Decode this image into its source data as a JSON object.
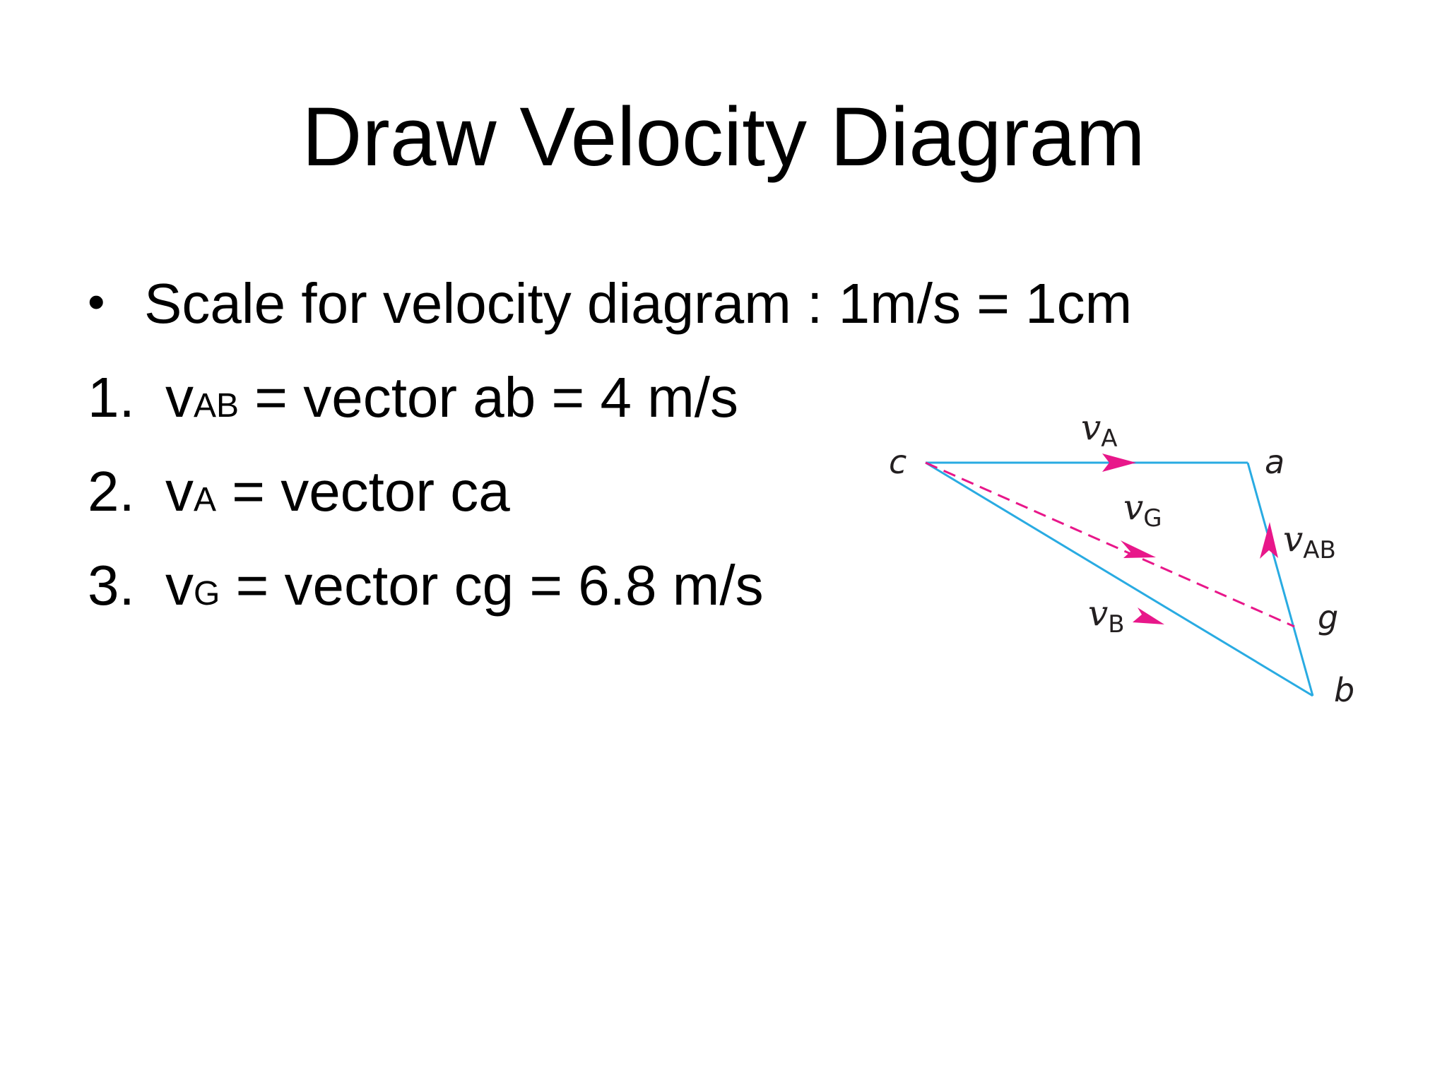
{
  "title": "Draw Velocity Diagram",
  "bullet": {
    "marker": "•",
    "text": "Scale for velocity diagram : 1m/s = 1cm"
  },
  "items": [
    {
      "number": "1.",
      "symbol": "v",
      "subscript": "AB",
      "text": " = vector ab = 4 m/s"
    },
    {
      "number": "2.",
      "symbol": "v",
      "subscript": "A",
      "text": " = vector ca"
    },
    {
      "number": "3.",
      "symbol": "v",
      "subscript": "G",
      "text": " = vector cg = 6.8 m/s"
    }
  ],
  "diagram": {
    "colors": {
      "line": "#29abe2",
      "dashed": "#e8178a",
      "arrow": "#e8178a",
      "text": "#231f20"
    },
    "points": {
      "c": "c",
      "a": "a",
      "g": "g",
      "b": "b"
    },
    "vectors": {
      "vA": {
        "symbol": "v",
        "subscript": "A"
      },
      "vG": {
        "symbol": "v",
        "subscript": "G"
      },
      "vAB": {
        "symbol": "v",
        "subscript": "AB"
      },
      "vB": {
        "symbol": "v",
        "subscript": "B"
      }
    }
  }
}
